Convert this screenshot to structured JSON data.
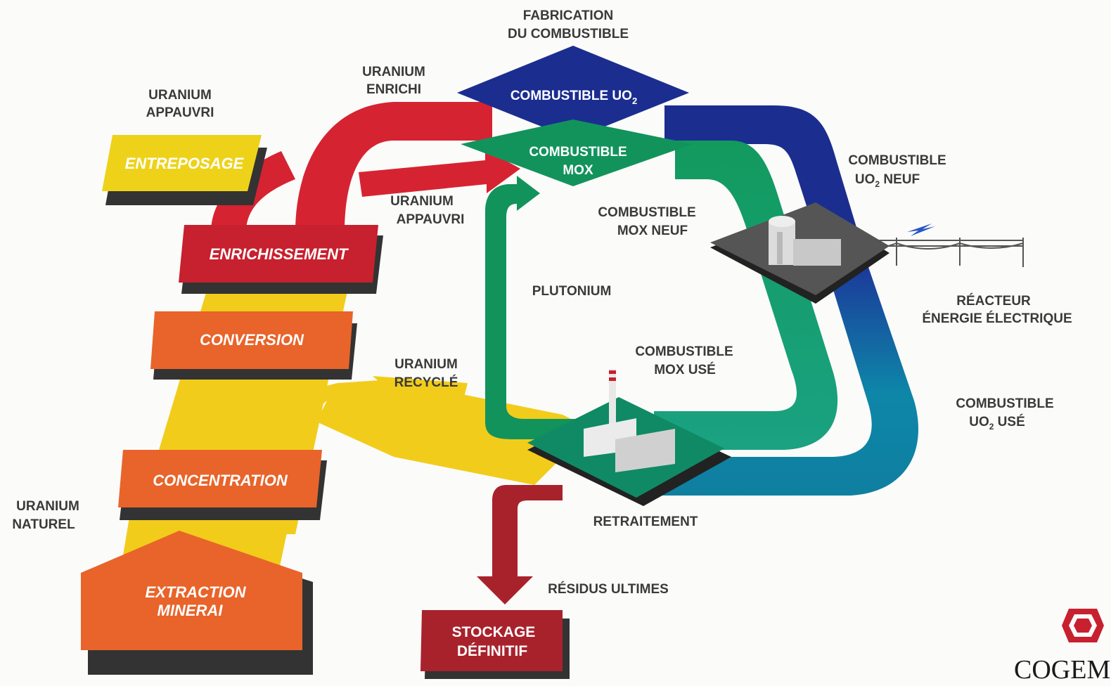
{
  "diagram": {
    "stages": {
      "entreposage": "ENTREPOSAGE",
      "enrichissement": "ENRICHISSEMENT",
      "conversion": "CONVERSION",
      "concentration": "CONCENTRATION",
      "extraction_line1": "EXTRACTION",
      "extraction_line2": "MINERAI",
      "stockage_line1": "STOCKAGE",
      "stockage_line2": "DÉFINITIF"
    },
    "fuel": {
      "uo2_main": "COMBUSTIBLE UO",
      "uo2_sub": "2",
      "mox_line1": "COMBUSTIBLE",
      "mox_line2": "MOX"
    },
    "labels": {
      "fabrication_line1": "FABRICATION",
      "fabrication_line2": "DU COMBUSTIBLE",
      "uranium_enrichi_line1": "URANIUM",
      "uranium_enrichi_line2": "ENRICHI",
      "uranium_appauvri_top_line1": "URANIUM",
      "uranium_appauvri_top_line2": "APPAUVRI",
      "uranium_appauvri_mid_line1": "URANIUM",
      "uranium_appauvri_mid_line2": "APPAUVRI",
      "combustible_uo2_neuf_line1": "COMBUSTIBLE",
      "combustible_uo2_neuf_line2a": "UO",
      "combustible_uo2_neuf_sub": "2",
      "combustible_uo2_neuf_line2b": " NEUF",
      "combustible_mox_neuf_line1": "COMBUSTIBLE",
      "combustible_mox_neuf_line2": "MOX NEUF",
      "plutonium": "PLUTONIUM",
      "reacteur_line1": "RÉACTEUR",
      "reacteur_line2": "ÉNERGIE ÉLECTRIQUE",
      "combustible_mox_use_line1": "COMBUSTIBLE",
      "combustible_mox_use_line2": "MOX USÉ",
      "uranium_recycle_line1": "URANIUM",
      "uranium_recycle_line2": "RECYCLÉ",
      "combustible_uo2_use_line1": "COMBUSTIBLE",
      "combustible_uo2_use_line2a": "UO",
      "combustible_uo2_use_sub": "2",
      "combustible_uo2_use_line2b": " USÉ",
      "uranium_naturel_line1": "URANIUM",
      "uranium_naturel_line2": "NATUREL",
      "retraitement": "RETRAITEMENT",
      "residus_ultimes": "RÉSIDUS ULTIMES"
    },
    "logo": {
      "text": "COGEM"
    },
    "colors": {
      "uranium_flow": "#f2cc1a",
      "enrichment_flow": "#d62332",
      "uo2_flow": "#1b2e8f",
      "mox_flow": "#12935c",
      "teal_flow": "#0e7fa0",
      "residue_flow": "#a8222c",
      "stage_orange": "#e8642a",
      "stage_red": "#c7202e",
      "stage_yellow": "#eed21a"
    }
  }
}
